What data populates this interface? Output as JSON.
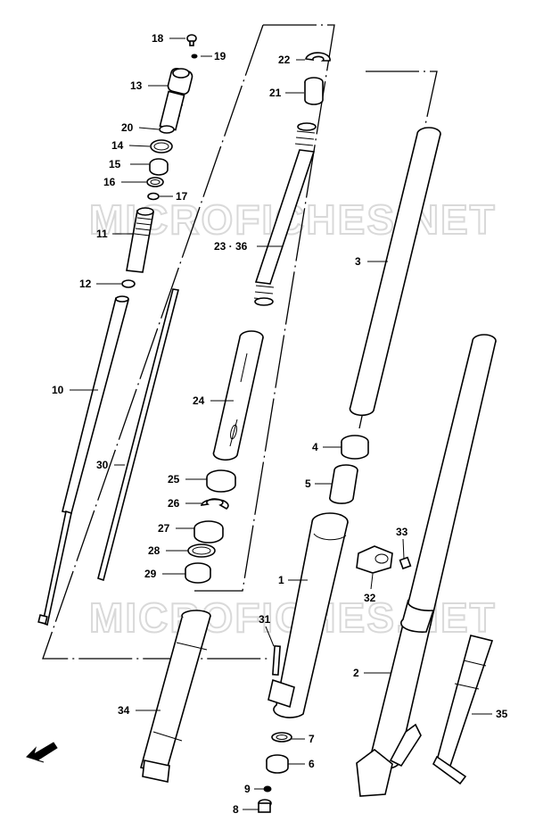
{
  "watermark": "MICROFICHES.NET",
  "parts": {
    "p1": "1",
    "p2": "2",
    "p3": "3",
    "p4": "4",
    "p5": "5",
    "p6": "6",
    "p7": "7",
    "p8": "8",
    "p9": "9",
    "p10": "10",
    "p11": "11",
    "p12": "12",
    "p13": "13",
    "p14": "14",
    "p15": "15",
    "p16": "16",
    "p17": "17",
    "p18": "18",
    "p19": "19",
    "p20": "20",
    "p21": "21",
    "p22": "22",
    "p23_36": "23 · 36",
    "p24": "24",
    "p25": "25",
    "p26": "26",
    "p27": "27",
    "p28": "28",
    "p29": "29",
    "p30": "30",
    "p31": "31",
    "p32": "32",
    "p33": "33",
    "p34": "34",
    "p35": "35"
  },
  "front_arrow_icon": "front-direction-arrow-icon"
}
